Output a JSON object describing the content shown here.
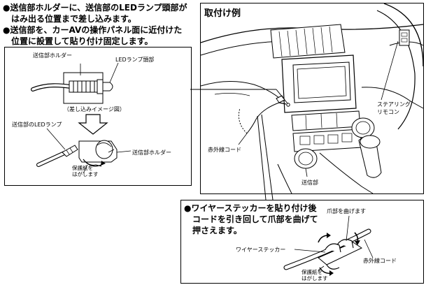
{
  "instructions": {
    "line1": "●送信部ホルダーに、送信部のLEDランプ頭部が",
    "line2": "　はみ出る位置まで差し込みます。",
    "line3": "●送信部を、カーAVの操作パネル面に近付けた",
    "line4": "　位置に設置して貼り付け固定します。"
  },
  "insertion_diagram": {
    "holder_label": "送信部ホルダー",
    "led_head_label": "LEDランプ頭部",
    "caption": "（差し込みイメージ図）",
    "led_lamp_label": "送信部のLEDランプ",
    "holder_label_2": "送信部ホルダー",
    "peel_line1": "保護紙を",
    "peel_line2": "はがします"
  },
  "example": {
    "title": "取付け例",
    "steering_line1": "ステアリング",
    "steering_line2": "リモコン",
    "ir_cord_label": "赤外線コード",
    "transmitter_label": "送信部"
  },
  "sticker_panel": {
    "line1": "●ワイヤーステッカーを貼り付け後",
    "line2": "　コードを引き回して爪部を曲げて",
    "line3": "　押さえます。",
    "claw_label": "爪部を曲げます",
    "sticker_label": "ワイヤーステッカー",
    "ir_cord_label": "赤外線コード",
    "peel_line1": "保護紙を",
    "peel_line2": "はがします"
  }
}
